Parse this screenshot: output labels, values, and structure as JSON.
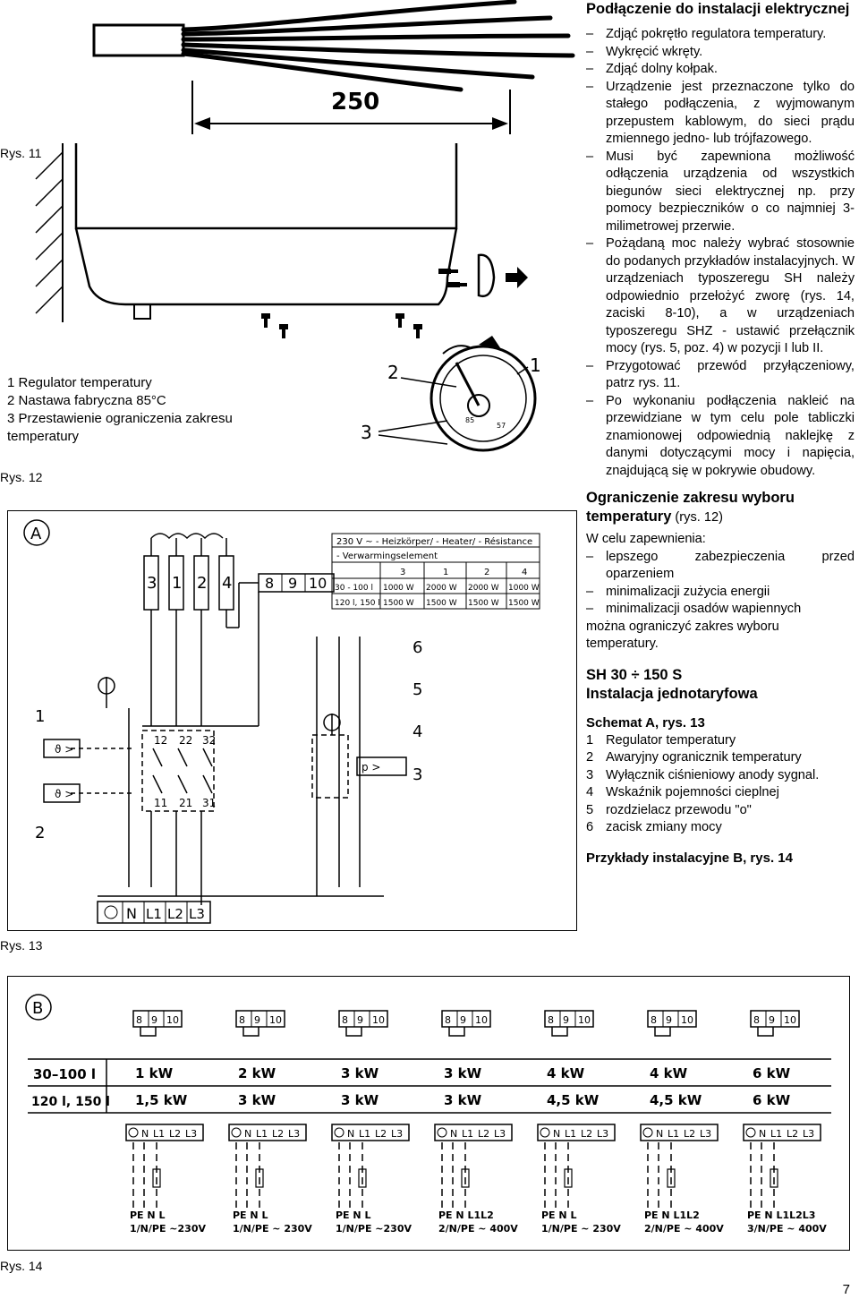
{
  "fig11": {
    "caption": "Rys. 11",
    "dimension": "250"
  },
  "fig12": {
    "caption": "Rys. 12",
    "legend": [
      "1 Regulator temperatury",
      "2 Nastawa fabryczna 85°C",
      "3 Przestawienie ograniczenia zakresu temperatury"
    ],
    "callouts": [
      "1",
      "2",
      "3"
    ],
    "dial_marks": [
      "85",
      "57"
    ]
  },
  "fig13": {
    "caption": "Rys. 13",
    "badge": "A",
    "heater_labels": [
      "3",
      "1",
      "2",
      "4"
    ],
    "selector_labels": [
      "8",
      "9",
      "10"
    ],
    "power_table": {
      "header": "230 V ~ - Heizkörper/ - Heater/ - Résistance",
      "subheader": "- Verwarmingselement",
      "columns": [
        "3",
        "1",
        "2",
        "4"
      ],
      "rows": [
        {
          "label": "30 - 100 l",
          "values": [
            "1000 W",
            "2000 W",
            "2000 W",
            "1000 W"
          ]
        },
        {
          "label": "120 l, 150 l",
          "values": [
            "1500 W",
            "1500 W",
            "1500 W",
            "1500 W"
          ]
        }
      ]
    },
    "callouts": [
      "1",
      "2",
      "3",
      "4",
      "5",
      "6"
    ],
    "contacts_top": [
      "12",
      "22",
      "32"
    ],
    "contacts_bottom": [
      "11",
      "21",
      "31"
    ],
    "terminals": [
      "N",
      "L1",
      "L2",
      "L3"
    ],
    "pressure_label": "p >",
    "theta_label": "ϑ >"
  },
  "fig14": {
    "caption": "Rys. 14",
    "badge": "B",
    "selector_labels": [
      "8",
      "9",
      "10"
    ],
    "row_labels": [
      "30–100 l",
      "120 l, 150 l"
    ],
    "power_row1": [
      "1 kW",
      "2 kW",
      "3 kW",
      "3 kW",
      "4 kW",
      "4 kW",
      "6 kW"
    ],
    "power_row2": [
      "1,5 kW",
      "3 kW",
      "3 kW",
      "3 kW",
      "4,5 kW",
      "4,5 kW",
      "6 kW"
    ],
    "terminals": [
      "N",
      "L1",
      "L2",
      "L3"
    ],
    "supply_top": [
      "PE N  L",
      "PE N  L",
      "PE N  L",
      "PE N  L1L2",
      "PE N  L",
      "PE N  L1L2",
      "PE N  L1L2L3"
    ],
    "supply_bottom": [
      "1/N/PE ~230V",
      "1/N/PE ~ 230V",
      "1/N/PE ~230V",
      "2/N/PE ~ 400V",
      "1/N/PE ~ 230V",
      "2/N/PE ~ 400V",
      "3/N/PE ~ 400V"
    ]
  },
  "text": {
    "h_connection": "Podłączenie do instalacji elektrycznej",
    "steps": [
      "Zdjąć pokrętło regulatora temperatury.",
      "Wykręcić wkręty.",
      "Zdjąć dolny kołpak.",
      "Urządzenie jest przeznaczone tylko do stałego podłączenia, z wyjmowanym przepustem kablowym, do sieci prądu zmiennego jedno- lub trójfazowego.",
      "Musi być zapewniona możliwość odłączenia urządzenia od wszystkich biegunów sieci elektrycznej np. przy pomocy bezpieczników o co najmniej 3-milimetrowej przerwie.",
      "Pożądaną moc należy wybrać stosownie do podanych przykładów instalacyjnych. W urządzeniach typoszeregu SH należy odpowiednio przełożyć zworę (rys. 14, zaciski 8-10), a w urządzeniach typoszeregu SHZ - ustawić przełącznik mocy (rys. 5, poz. 4) w pozycji I lub II.",
      "Przygotować przewód przyłączeniowy, patrz rys. 11.",
      "Po wykonaniu podłączenia nakleić na przewidziane w tym celu pole tabliczki znamionowej odpowiednią naklejkę z danymi dotyczącymi mocy i napięcia, znajdującą się w pokrywie obudowy."
    ],
    "h_limit": "Ograniczenie zakresu wyboru temperatury",
    "h_limit_ref": " (rys. 12)",
    "limit_intro": "W celu zapewnienia:",
    "limit_items": [
      "lepszego zabezpieczenia przed oparzeniem",
      "minimalizacji zużycia energii",
      "minimalizacji osadów wapiennych"
    ],
    "limit_outro": "można ograniczyć zakres wyboru temperatury.",
    "h_model": "SH 30 ÷ 150 S",
    "h_install": "Instalacja jednotaryfowa",
    "h_schema": "Schemat A, rys. 13",
    "schema_items": [
      {
        "n": "1",
        "t": "Regulator temperatury"
      },
      {
        "n": "2",
        "t": "Awaryjny ogranicznik temperatury"
      },
      {
        "n": "3",
        "t": "Wyłącznik ciśnieniowy anody sygnal."
      },
      {
        "n": "4",
        "t": "Wskaźnik pojemności cieplnej"
      },
      {
        "n": "5",
        "t": "rozdzielacz przewodu \"o\""
      },
      {
        "n": "6",
        "t": "zacisk zmiany mocy"
      }
    ],
    "h_examples": "Przykłady instalacyjne B, rys. 14"
  },
  "page_number": "7"
}
